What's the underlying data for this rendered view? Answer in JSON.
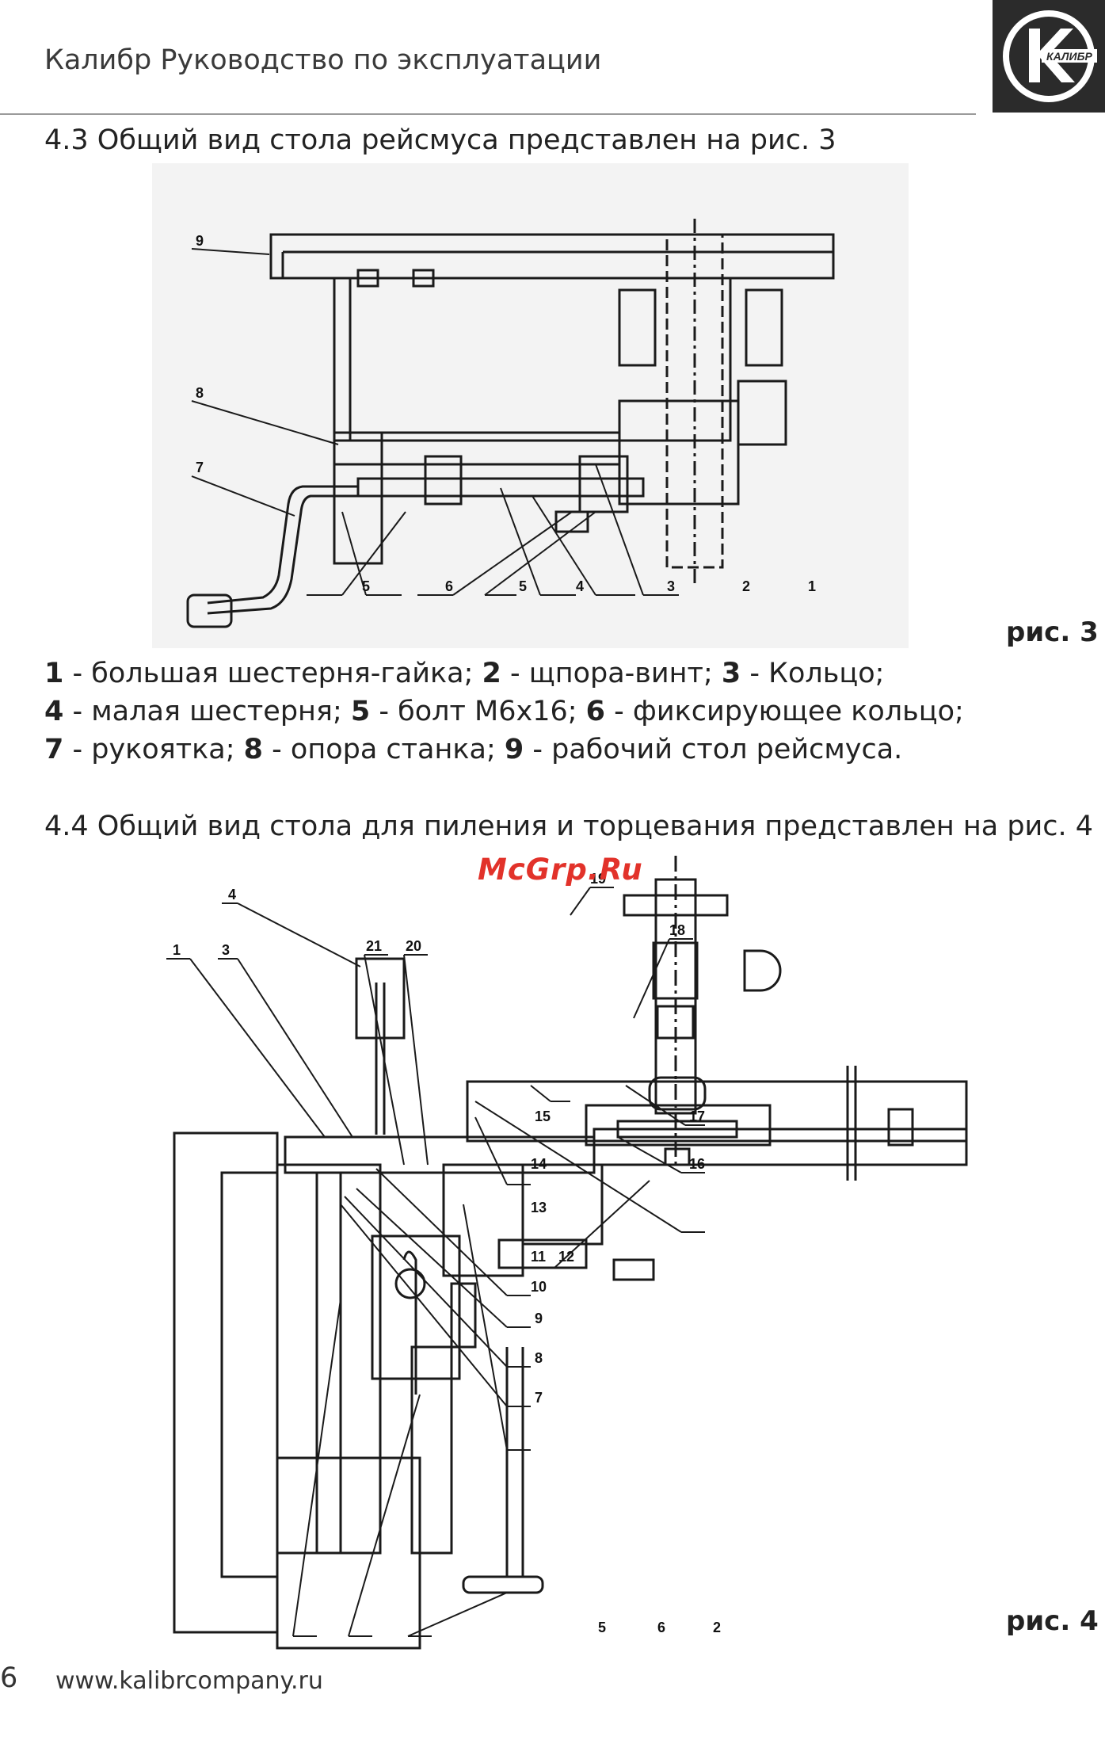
{
  "header": {
    "title": "Калибр Руководство по эксплуатации",
    "logo_text": "КАЛИБР"
  },
  "section_4_3": {
    "heading": "4.3 Общий вид стола рейсмуса представлен на рис. 3",
    "figure_label": "рис. 3",
    "callouts": [
      "9",
      "8",
      "7",
      "5",
      "6",
      "5",
      "4",
      "3",
      "2",
      "1"
    ],
    "legend": [
      [
        {
          "num": "1",
          "text": " - большая шестерня-гайка; "
        },
        {
          "num": "2",
          "text": " - щпора-винт; "
        },
        {
          "num": "3",
          "text": " - Кольцо;"
        }
      ],
      [
        {
          "num": "4",
          "text": " - малая шестерня; "
        },
        {
          "num": "5",
          "text": " - болт М6х16; "
        },
        {
          "num": "6",
          "text": " - фиксирующее кольцо;"
        }
      ],
      [
        {
          "num": "7",
          "text": " - рукоятка; "
        },
        {
          "num": "8",
          "text": " - опора станка; "
        },
        {
          "num": "9",
          "text": " - рабочий стол рейсмуса."
        }
      ]
    ]
  },
  "section_4_4": {
    "heading": "4.4 Общий вид стола для пиления и торцевания представлен на рис. 4",
    "figure_label": "рис. 4",
    "callouts": [
      "4",
      "19",
      "1",
      "3",
      "21",
      "20",
      "18",
      "15",
      "17",
      "14",
      "16",
      "13",
      "11",
      "12",
      "10",
      "9",
      "8",
      "7",
      "5",
      "6",
      "2"
    ]
  },
  "watermark": "McGrp.Ru",
  "footer": {
    "page_number": "6",
    "website": "www.kalibrcompany.ru"
  }
}
